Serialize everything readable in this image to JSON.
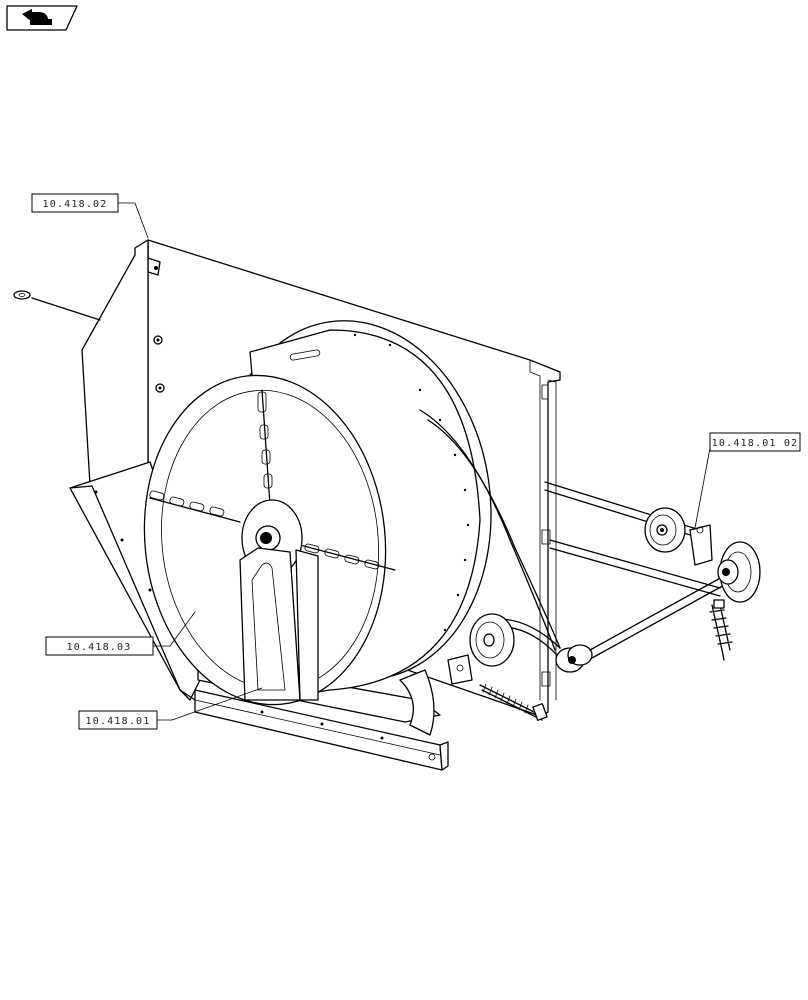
{
  "nav_icon": {
    "name": "previous-page-icon"
  },
  "callouts": [
    {
      "id": "callout-top-left",
      "label": "10.418.02"
    },
    {
      "id": "callout-right",
      "label": "10.418.01 02"
    },
    {
      "id": "callout-middle-left",
      "label": "10.418.03"
    },
    {
      "id": "callout-bottom-left",
      "label": "10.418.01"
    }
  ],
  "colors": {
    "line": "#000000",
    "background": "#ffffff"
  }
}
